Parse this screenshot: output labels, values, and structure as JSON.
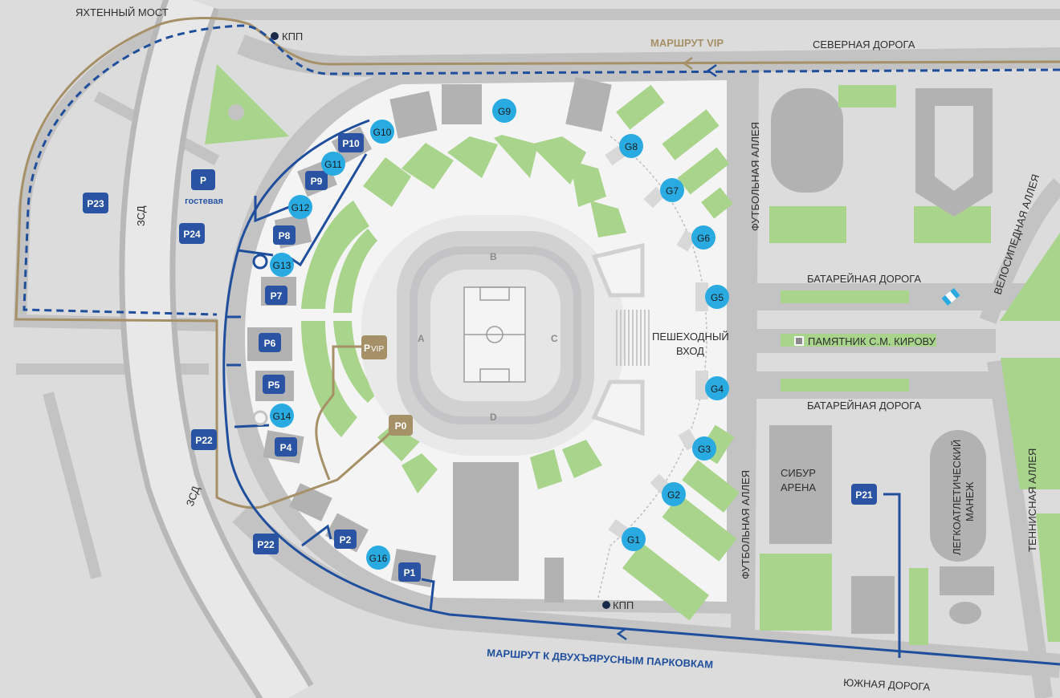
{
  "colors": {
    "background": "#dcdcdc",
    "road": "#c3c3c4",
    "plaza": "#f4f4f4",
    "lawn": "#a8d48c",
    "building": "#b2b2b3",
    "parking_badge": "#2a54a3",
    "gate_badge": "#29abe2",
    "vip_badge": "#a69068",
    "blue_route": "#1f4f9c",
    "gold_route": "#a69068"
  },
  "roads": {
    "yacht_bridge": "ЯХТЕННЫЙ МОСТ",
    "north_road": "СЕВЕРНАЯ ДОРОГА",
    "zsd_top": "ЗСД",
    "zsd_bottom": "ЗСД",
    "football_alley_top": "ФУТБОЛЬНАЯ АЛЛЕЯ",
    "football_alley_bottom": "ФУТБОЛЬНАЯ АЛЛЕЯ",
    "battery_road_top": "БАТАРЕЙНАЯ ДОРОГА",
    "battery_road_bottom": "БАТАРЕЙНАЯ ДОРОГА",
    "bicycle_alley": "ВЕЛОСИПЕДНАЯ АЛЛЕЯ",
    "tennis_alley": "ТЕННИСНАЯ АЛЛЕЯ",
    "south_road": "ЮЖНАЯ ДОРОГА"
  },
  "routes": {
    "vip": "МАРШРУТ VIP",
    "two_tier": "МАРШРУТ К ДВУХЪЯРУСНЫМ ПАРКОВКАМ"
  },
  "checkpoints": {
    "top": "КПП",
    "bottom": "КПП"
  },
  "landmarks": {
    "pedestrian_line1": "ПЕШЕХОДНЫЙ",
    "pedestrian_line2": "ВХОД",
    "monument": "ПАМЯТНИК С.М. КИРОВУ",
    "sibur_line1": "СИБУР",
    "sibur_line2": "АРЕНА",
    "manege_line1": "ЛЕГКОАТЛЕТИЧЕСКИЙ",
    "manege_line2": "МАНЕЖ"
  },
  "stands": {
    "a": "A",
    "b": "B",
    "c": "C",
    "d": "D"
  },
  "parking": {
    "p_guest": "P",
    "guest_caption": "гостевая",
    "p1": "P1",
    "p2": "P2",
    "p4": "P4",
    "p5": "P5",
    "p6": "P6",
    "p7": "P7",
    "p8": "P8",
    "p9": "P9",
    "p10": "P10",
    "p21": "P21",
    "p22a": "P22",
    "p22b": "P22",
    "p23": "P23",
    "p24": "P24",
    "p0": "P0",
    "pvip_p": "P",
    "pvip_vip": "VIP"
  },
  "gates": {
    "g1": "G1",
    "g2": "G2",
    "g3": "G3",
    "g4": "G4",
    "g5": "G5",
    "g6": "G6",
    "g7": "G7",
    "g8": "G8",
    "g9": "G9",
    "g10": "G10",
    "g11": "G11",
    "g12": "G12",
    "g13": "G13",
    "g14": "G14",
    "g16": "G16"
  }
}
